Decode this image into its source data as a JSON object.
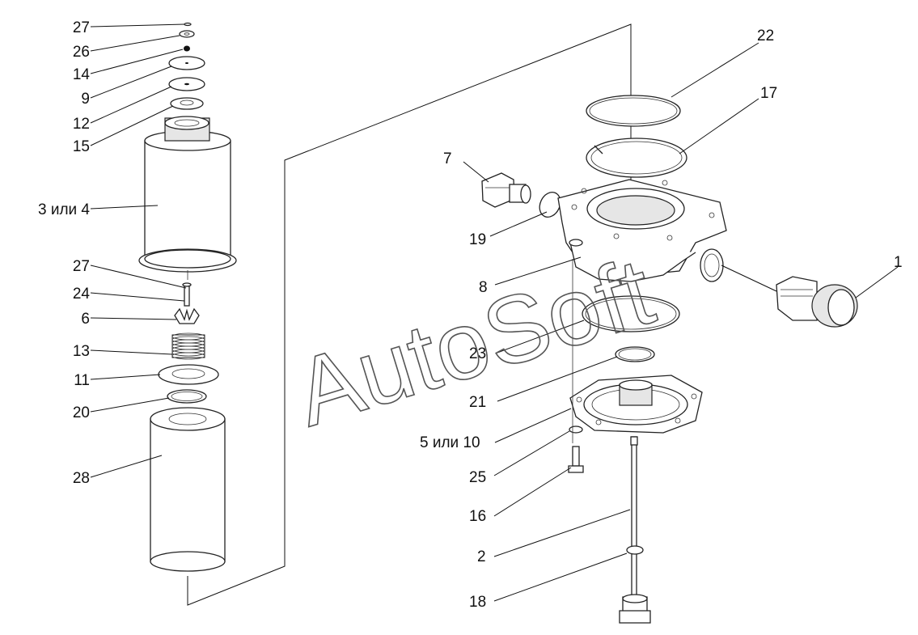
{
  "watermark": "AutoSoft",
  "callouts": {
    "c27a": "27",
    "c26": "26",
    "c14": "14",
    "c9": "9",
    "c12": "12",
    "c15": "15",
    "c34": "3 или 4",
    "c27b": "27",
    "c24": "24",
    "c6": "6",
    "c13": "13",
    "c11": "11",
    "c20": "20",
    "c28": "28",
    "c22": "22",
    "c17": "17",
    "c7": "7",
    "c19": "19",
    "c8": "8",
    "c1": "1",
    "c23": "23",
    "c21": "21",
    "c510": "5 или 10",
    "c25": "25",
    "c16": "16",
    "c2": "2",
    "c18": "18"
  }
}
